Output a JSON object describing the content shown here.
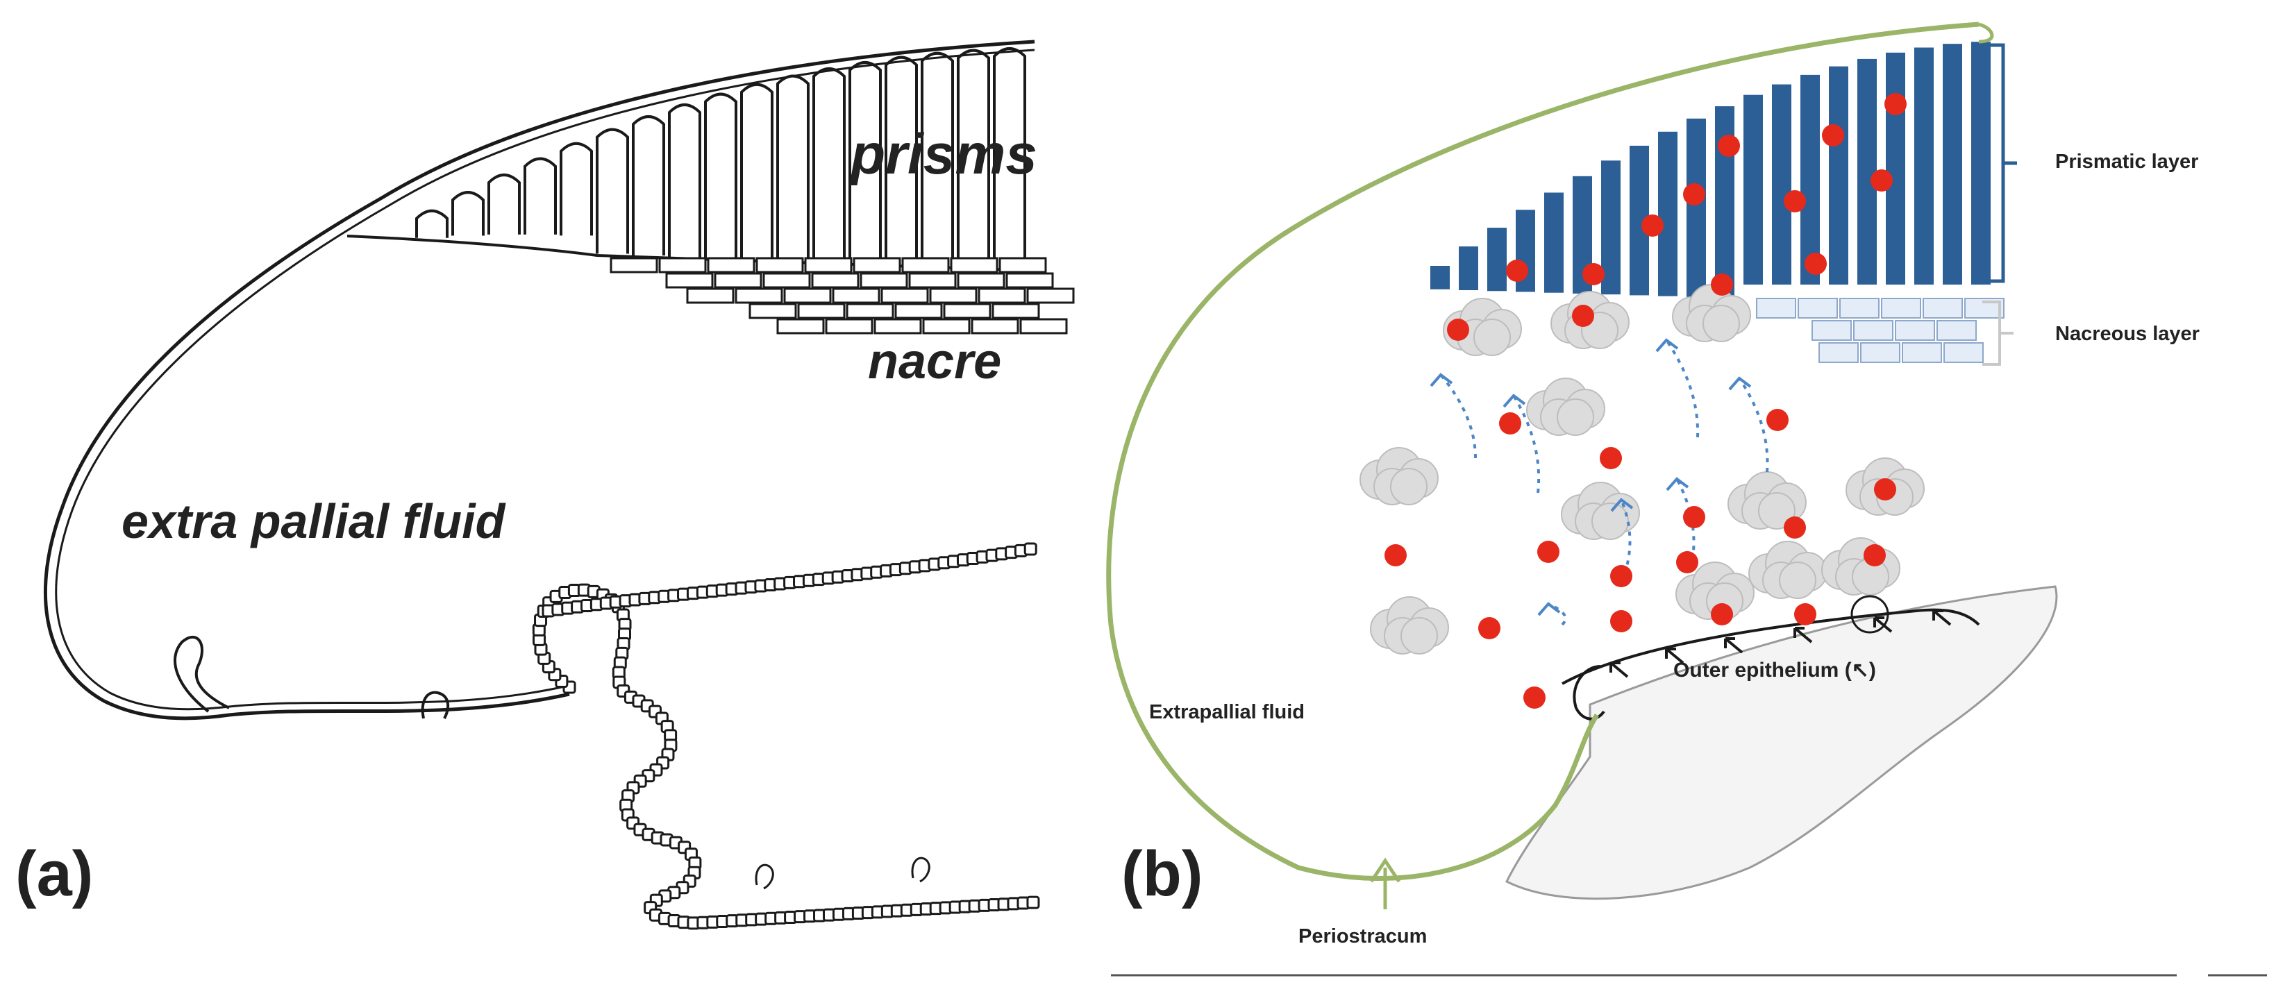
{
  "panel_a": {
    "letter": "(a)",
    "labels": {
      "prisms": "prisms",
      "nacre": "nacre",
      "fluid": "extra pallial fluid"
    }
  },
  "panel_b": {
    "letter": "(b)",
    "labels": {
      "prismatic": "Prismatic layer",
      "nacreous": "Nacreous layer",
      "fluid": "Extrapallial fluid",
      "epithelium": "Outer epithelium (↖)",
      "periostracum": "Periostracum"
    },
    "colors": {
      "prism_blue": "#2b5f95",
      "nacre_tile": "#e4ecf8",
      "nacre_edge": "#8ea8cc",
      "ion_red": "#e52a1c",
      "cloud_grey": "#dcdcdc",
      "periostracum_green": "#9ab567",
      "arrow_blue": "#4d86c6"
    }
  }
}
